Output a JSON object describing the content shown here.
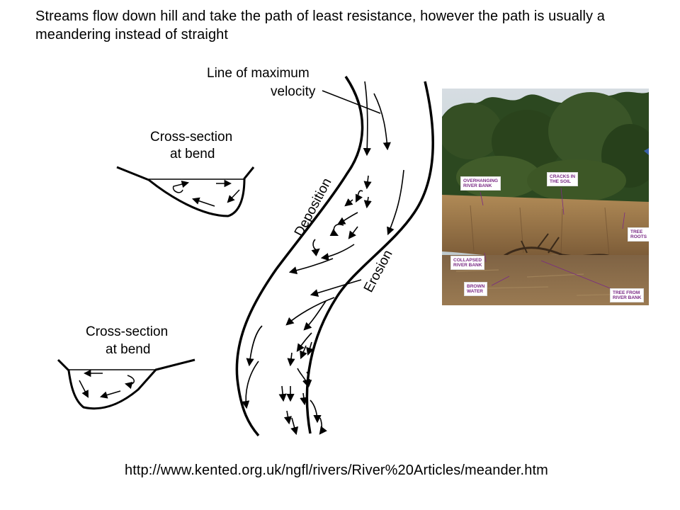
{
  "caption": "Streams flow down hill and take the path of least resistance, however the path is usually a meandering instead of straight",
  "diagram": {
    "max_velocity_label_line1": "Line of maximum",
    "max_velocity_label_line2": "velocity",
    "cross_section_top_line1": "Cross-section",
    "cross_section_top_line2": "at bend",
    "cross_section_bottom_line1": "Cross-section",
    "cross_section_bottom_line2": "at bend",
    "deposition_label": "Deposition",
    "erosion_label": "Erosion"
  },
  "photo": {
    "labels": {
      "overhanging": [
        "OVERHANGING",
        "RIVER BANK"
      ],
      "cracks": [
        "CRACKS IN",
        "THE SOIL"
      ],
      "tree_roots": [
        "TREE",
        "ROOTS"
      ],
      "collapsed": [
        "COLLAPSED",
        "RIVER BANK"
      ],
      "brown_water": [
        "BROWN",
        "WATER"
      ],
      "tree_from_bank": [
        "TREE FROM",
        "RIVER BANK"
      ]
    },
    "colors": {
      "label_text": "#7a2a85",
      "sky": "#c9d3d9",
      "foliage": "#2f4a22",
      "bank": "#a07a4a",
      "water": "#8a6a45"
    }
  },
  "source_url": "http://www.kented.org.uk/ngfl/rivers/River%20Articles/meander.htm"
}
